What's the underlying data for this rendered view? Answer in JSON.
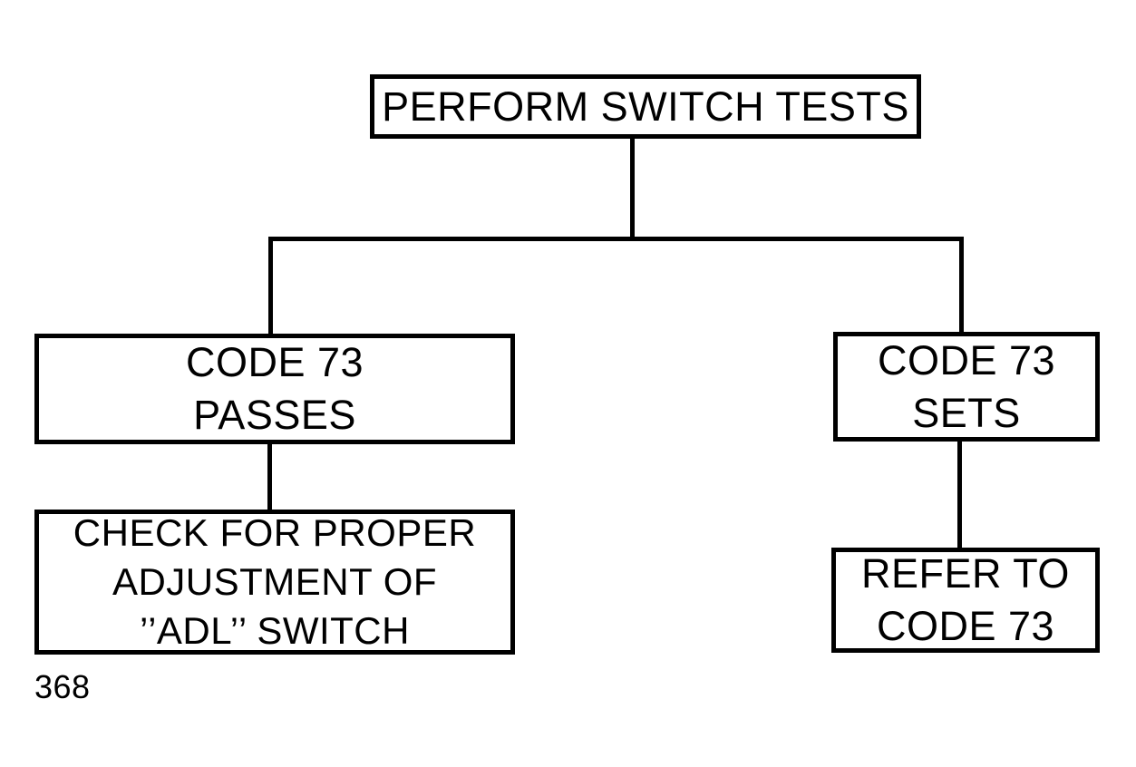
{
  "figure": {
    "label": "368",
    "title": "Perform Switch Tests flowchart",
    "ink_color": "#000000",
    "background_color": "#ffffff"
  },
  "nodes": {
    "perform_switch_tests": {
      "lines": [
        "PERFORM SWITCH TESTS"
      ]
    },
    "code_73_passes": {
      "lines": [
        "CODE 73",
        "PASSES"
      ]
    },
    "check_adl_switch": {
      "lines": [
        "CHECK FOR PROPER",
        "ADJUSTMENT OF",
        "’’ADL’’ SWITCH"
      ]
    },
    "code_73_sets": {
      "lines": [
        "CODE 73",
        "SETS"
      ]
    },
    "refer_to_code_73": {
      "lines": [
        "REFER TO",
        "CODE 73"
      ]
    }
  }
}
